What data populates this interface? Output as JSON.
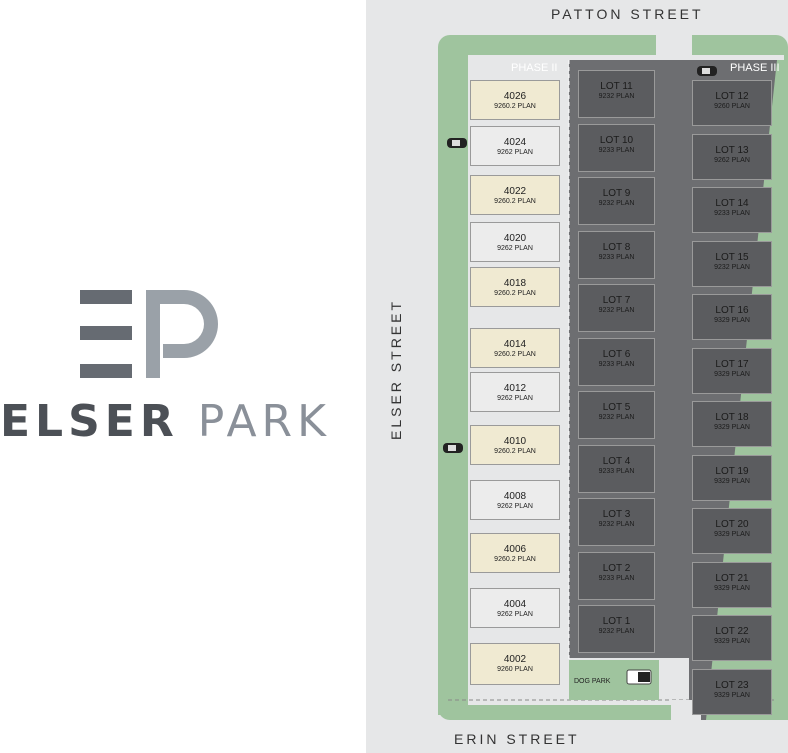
{
  "brand": {
    "name_left": "ELSER",
    "name_right": "PARK"
  },
  "streets": {
    "north": "PATTON STREET",
    "south": "ERIN STREET",
    "west": "ELSER STREET"
  },
  "phases": {
    "phase2": "PHASE II",
    "phase3": "PHASE III"
  },
  "dog_park": "DOG PARK",
  "colors": {
    "tan": "#f0ead2",
    "light": "#ececec",
    "dark_block": "#6d6e71",
    "dark_lot": "#5b5c5f",
    "green": "#9fc49e",
    "road": "#e6e7e8"
  },
  "west_lots": [
    {
      "num": "4026",
      "plan": "9260.2 PLAN",
      "tone": "tan"
    },
    {
      "num": "4024",
      "plan": "9262 PLAN",
      "tone": "light"
    },
    {
      "num": "4022",
      "plan": "9260.2 PLAN",
      "tone": "tan"
    },
    {
      "num": "4020",
      "plan": "9262 PLAN",
      "tone": "light"
    },
    {
      "num": "4018",
      "plan": "9260.2 PLAN",
      "tone": "tan"
    },
    {
      "num": "4014",
      "plan": "9260.2 PLAN",
      "tone": "tan"
    },
    {
      "num": "4012",
      "plan": "9262 PLAN",
      "tone": "light"
    },
    {
      "num": "4010",
      "plan": "9260.2 PLAN",
      "tone": "tan"
    },
    {
      "num": "4008",
      "plan": "9262 PLAN",
      "tone": "light"
    },
    {
      "num": "4006",
      "plan": "9260.2 PLAN",
      "tone": "tan"
    },
    {
      "num": "4004",
      "plan": "9262 PLAN",
      "tone": "light"
    },
    {
      "num": "4002",
      "plan": "9260 PLAN",
      "tone": "tan"
    }
  ],
  "middle_lots": [
    {
      "num": "LOT 11",
      "plan": "9232 PLAN"
    },
    {
      "num": "LOT 10",
      "plan": "9233 PLAN"
    },
    {
      "num": "LOT 9",
      "plan": "9232 PLAN"
    },
    {
      "num": "LOT 8",
      "plan": "9233 PLAN"
    },
    {
      "num": "LOT 7",
      "plan": "9232 PLAN"
    },
    {
      "num": "LOT 6",
      "plan": "9233 PLAN"
    },
    {
      "num": "LOT 5",
      "plan": "9232 PLAN"
    },
    {
      "num": "LOT 4",
      "plan": "9233 PLAN"
    },
    {
      "num": "LOT 3",
      "plan": "9232 PLAN"
    },
    {
      "num": "LOT 2",
      "plan": "9233 PLAN"
    },
    {
      "num": "LOT 1",
      "plan": "9232 PLAN"
    }
  ],
  "east_lots": [
    {
      "num": "LOT 12",
      "plan": "9260 PLAN"
    },
    {
      "num": "LOT 13",
      "plan": "9262 PLAN"
    },
    {
      "num": "LOT 14",
      "plan": "9233 PLAN"
    },
    {
      "num": "LOT 15",
      "plan": "9232 PLAN"
    },
    {
      "num": "LOT 16",
      "plan": "9329 PLAN"
    },
    {
      "num": "LOT 17",
      "plan": "9329 PLAN"
    },
    {
      "num": "LOT 18",
      "plan": "9329 PLAN"
    },
    {
      "num": "LOT 19",
      "plan": "9329 PLAN"
    },
    {
      "num": "LOT 20",
      "plan": "9329 PLAN"
    },
    {
      "num": "LOT 21",
      "plan": "9329 PLAN"
    },
    {
      "num": "LOT 22",
      "plan": "9329 PLAN"
    },
    {
      "num": "LOT 23",
      "plan": "9329 PLAN"
    }
  ]
}
